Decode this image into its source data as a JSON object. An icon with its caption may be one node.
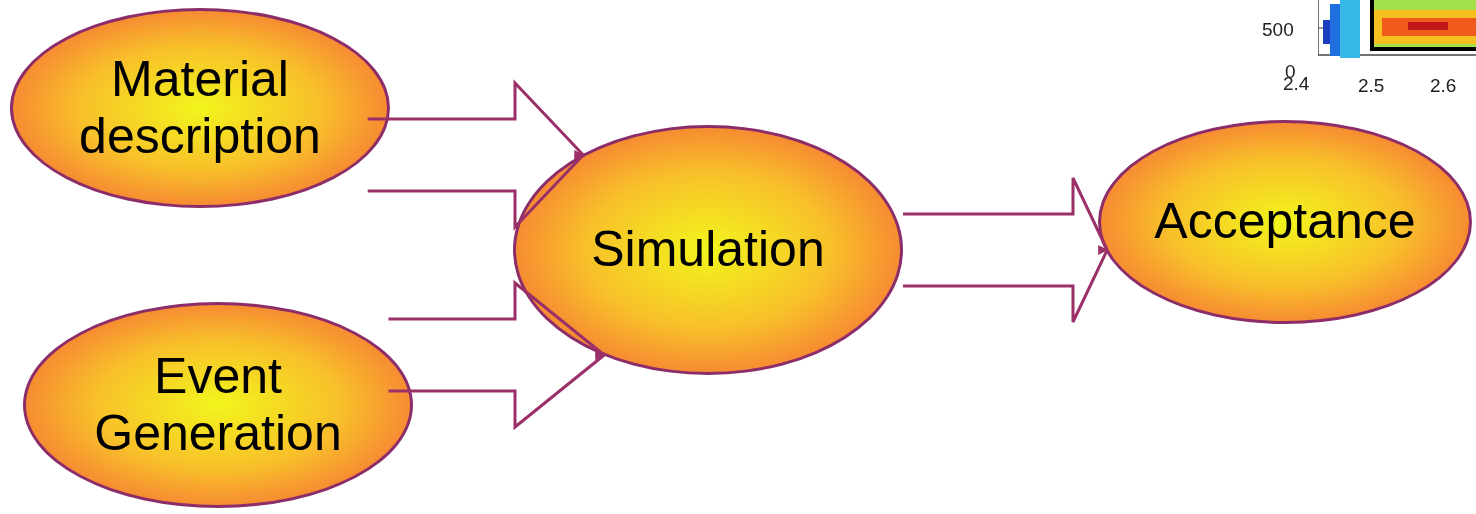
{
  "diagram": {
    "nodes": [
      {
        "text": [
          "Material description"
        ]
      },
      {
        "text": [
          "Event Generation"
        ]
      },
      {
        "text": [
          "Simulation"
        ]
      },
      {
        "text": [
          "Acceptance"
        ]
      }
    ],
    "edges": [
      {
        "from": 0,
        "to": 2,
        "arrow": "to"
      },
      {
        "from": 1,
        "to": 2,
        "arrow": "to"
      },
      {
        "from": 2,
        "to": 3,
        "arrow": "to"
      }
    ],
    "labels": [
      "500",
      "0",
      "2.4",
      "2.5",
      "2.6"
    ]
  }
}
